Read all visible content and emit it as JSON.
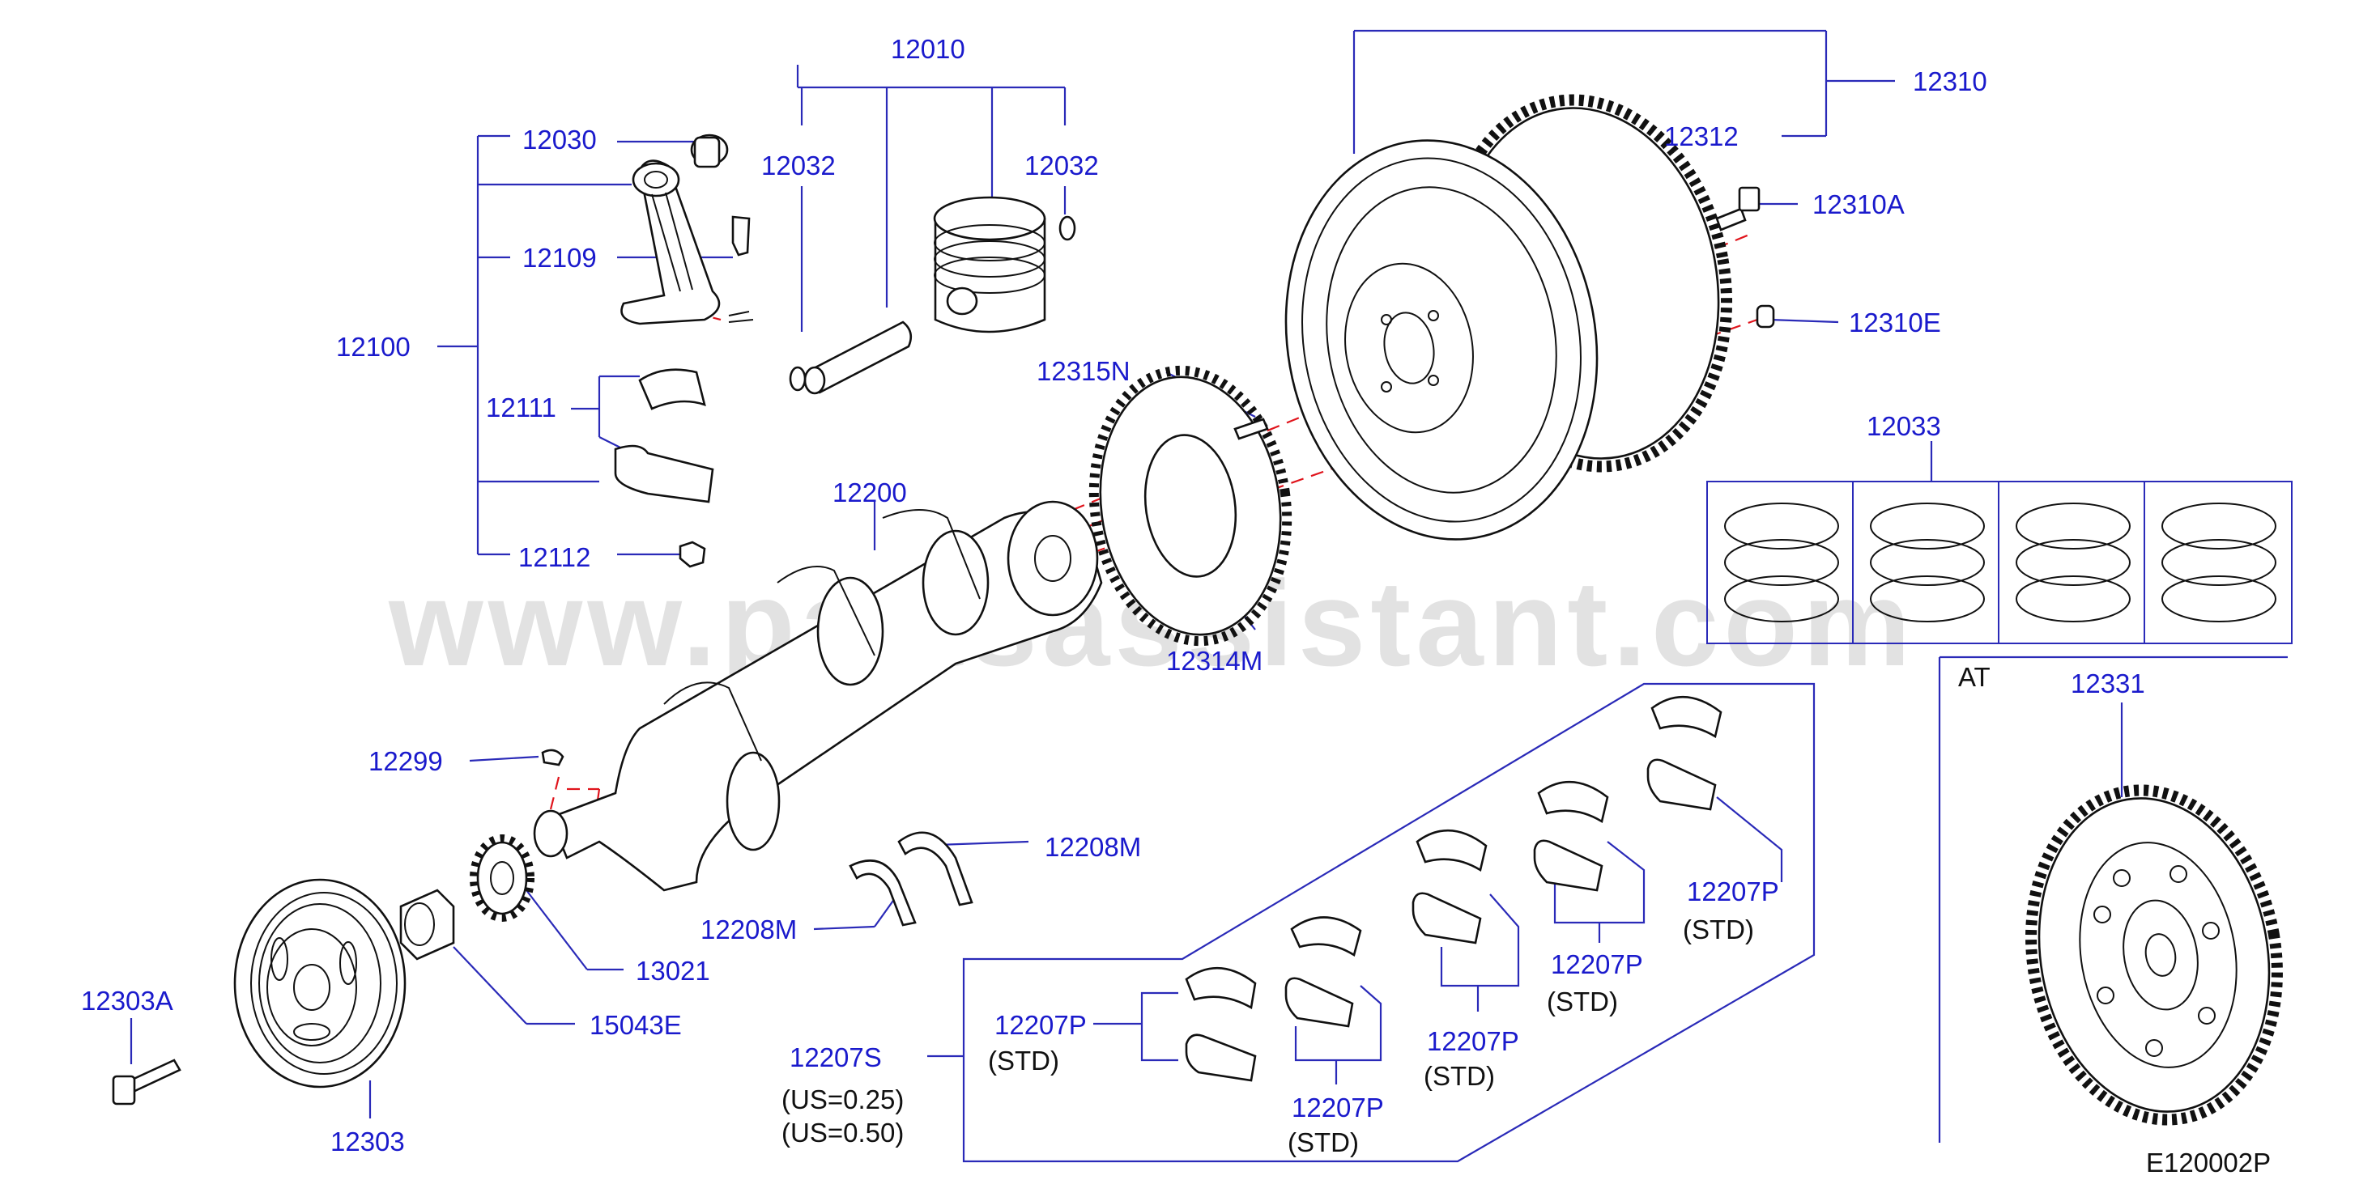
{
  "labels": {
    "p12010": "12010",
    "p12030": "12030",
    "p12032_left": "12032",
    "p12032_right": "12032",
    "p12109": "12109",
    "p12100": "12100",
    "p12111": "12111",
    "p12112": "12112",
    "p12200": "12200",
    "p12299": "12299",
    "p12315N": "12315N",
    "p12314M": "12314M",
    "p12310": "12310",
    "p12312": "12312",
    "p12310A": "12310A",
    "p12310E": "12310E",
    "p12033": "12033",
    "p12208M_upper": "12208M",
    "p12208M_lower": "12208M",
    "p13021": "13021",
    "p15043E": "15043E",
    "p12303A": "12303A",
    "p12303": "12303",
    "p12207S": "12207S",
    "p12207P_a": "12207P",
    "p12207P_b": "12207P",
    "p12207P_c": "12207P",
    "p12207P_d": "12207P",
    "p12207P_e": "12207P",
    "p12331": "12331"
  },
  "notes": {
    "std_a": "(STD)",
    "std_b": "(STD)",
    "std_c": "(STD)",
    "std_d": "(STD)",
    "std_e": "(STD)",
    "us025": "(US=0.25)",
    "us050": "(US=0.50)",
    "at": "AT",
    "figure_code": "E120002P"
  },
  "watermark": "www.partsassistant.com",
  "colors": {
    "part_number": "#1a1acc",
    "leader_line": "#2a2ab8",
    "centerline": "#e0141c",
    "outline": "#111111"
  }
}
